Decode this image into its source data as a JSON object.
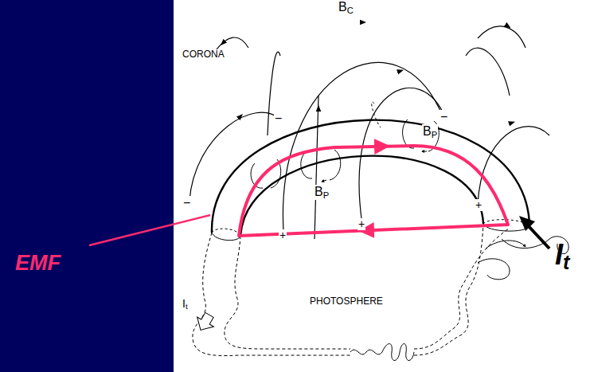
{
  "diagram": {
    "labels": [
      "BC",
      "CORONA",
      "−",
      "−",
      "−",
      "BP",
      "BP",
      "+",
      "+",
      "+",
      "EMF",
      "It",
      "PHOTOSPHERE",
      "It"
    ]
  }
}
